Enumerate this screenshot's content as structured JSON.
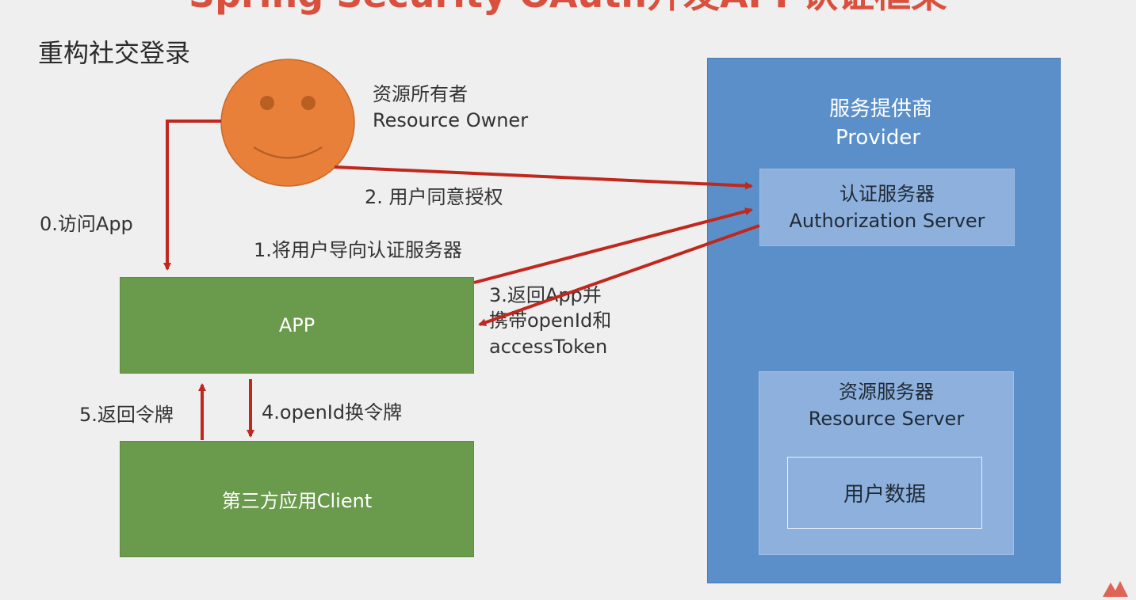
{
  "slide": {
    "title": "Spring Security OAuth开发APP认证框架",
    "section_title": "重构社交登录"
  },
  "owner": {
    "label_zh": "资源所有者",
    "label_en": "Resource Owner",
    "color": "#e8803a"
  },
  "app_box": {
    "label": "APP",
    "color": "#6a9a4c"
  },
  "client_box": {
    "label": "第三方应用Client",
    "color": "#6a9a4c"
  },
  "provider": {
    "title_zh": "服务提供商",
    "title_en": "Provider",
    "color": "#5b8fca",
    "auth_server": {
      "label_zh": "认证服务器",
      "label_en": "Authorization Server"
    },
    "resource_server": {
      "label_zh": "资源服务器",
      "label_en": "Resource Server"
    },
    "user_data": "用户数据"
  },
  "steps": {
    "step0": "0.访问App",
    "step1": "1.将用户导向认证服务器",
    "step2": "2. 用户同意授权",
    "step3_line1": "3.返回App并",
    "step3_line2": "携带openId和",
    "step3_line3": "accessToken",
    "step4": "4.openId换令牌",
    "step5": "5.返回令牌"
  },
  "colors": {
    "arrow": "#c0281e",
    "title": "#d9503f"
  }
}
